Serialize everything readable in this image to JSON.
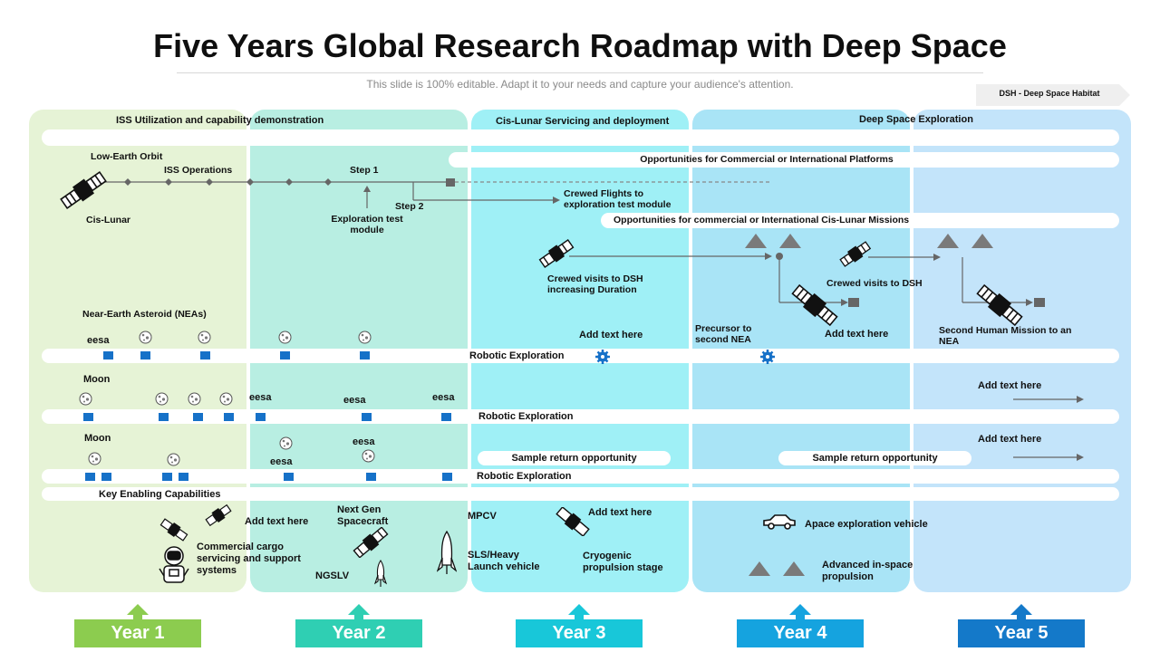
{
  "title": "Five Years Global  Research Roadmap with Deep Space",
  "subtitle": "This slide is 100% editable. Adapt it to your needs and capture your audience's attention.",
  "dsh_label": "DSH - Deep Space Habitat",
  "columns": {
    "c1_header": "ISS Utilization and capability demonstration",
    "c3_header": "Cis-Lunar  Servicing and deployment",
    "c5_header": "Deep  Space Exploration"
  },
  "bands": {
    "commercial_platforms": "Opportunities for Commercial or International Platforms",
    "cislunar_missions": "Opportunities for commercial or International Cis-Lunar Missions",
    "robotic_1": "Robotic  Exploration",
    "robotic_2": "Robotic Exploration",
    "robotic_3": "Robotic Exploration",
    "key_enabling": "Key Enabling Capabilities",
    "sample_return_1": "Sample return opportunity",
    "sample_return_2": "Sample return opportunity"
  },
  "labels": {
    "low_earth_orbit": "Low-Earth Orbit",
    "iss_operations": "ISS Operations",
    "cis_lunar": "Cis-Lunar",
    "step1": "Step 1",
    "step2": "Step 2",
    "exploration_test_module": "Exploration test module",
    "crewed_flights": "Crewed Flights to exploration test module",
    "crewed_visits_duration": "Crewed visits to DSH increasing Duration",
    "crewed_visits_dsh": "Crewed visits to DSH",
    "near_earth_asteroid": "Near-Earth Asteroid (NEAs)",
    "eesa_1": "eesa",
    "moon_1": "Moon",
    "eesa_2": "eesa",
    "eesa_3": "eesa",
    "eesa_4": "eesa",
    "moon_2": "Moon",
    "eesa_5": "eesa",
    "eesa_6": "eesa",
    "add_text_1": "Add text here",
    "precursor": "Precursor to second NEA",
    "add_text_2": "Add text here",
    "second_human_mission": "Second Human Mission to an NEA",
    "add_text_3": "Add text here",
    "add_text_4": "Add text here",
    "add_text_5": "Add text here",
    "commercial_cargo": "Commercial cargo servicing and support systems",
    "next_gen": "Next Gen Spacecraft",
    "ngslv": "NGSLV",
    "mpcv": "MPCV",
    "sls": "SLS/Heavy Launch vehicle",
    "add_text_6": "Add text here",
    "cryogenic": "Cryogenic propulsion stage",
    "apace_vehicle": "Apace exploration vehicle",
    "advanced_propulsion": "Advanced in-space propulsion"
  },
  "years": [
    "Year 1",
    "Year 2",
    "Year 3",
    "Year 4",
    "Year 5"
  ],
  "colors": {
    "year1": "#8ccc4f",
    "year2": "#2fcfb3",
    "year3": "#18c7d9",
    "year4": "#15a3df",
    "year5": "#1479c9",
    "marker": "#1671c8"
  },
  "icons": [
    "satellite-icon",
    "asteroid-icon",
    "gear-icon",
    "triangle-icon",
    "rocket-icon",
    "car-icon",
    "astronaut-icon"
  ]
}
